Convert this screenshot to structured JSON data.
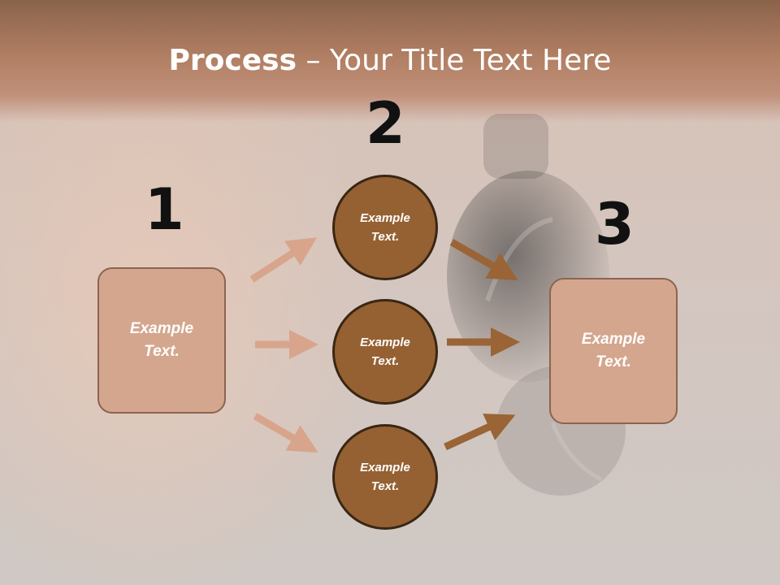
{
  "title": {
    "bold": "Process",
    "rest": " – Your Title Text Here"
  },
  "steps": [
    {
      "number": "1"
    },
    {
      "number": "2"
    },
    {
      "number": "3"
    }
  ],
  "left_box": {
    "line1": "Example",
    "line2": "Text."
  },
  "circles": [
    {
      "line1": "Example",
      "line2": "Text."
    },
    {
      "line1": "Example",
      "line2": "Text."
    },
    {
      "line1": "Example",
      "line2": "Text."
    }
  ],
  "right_box": {
    "line1": "Example",
    "line2": "Text."
  },
  "colors": {
    "header": "#b07e62",
    "box_fill": "#d4a68e",
    "circle_fill": "#956133",
    "light_arrow": "#d8a58c",
    "dark_arrow": "#9a6436"
  }
}
